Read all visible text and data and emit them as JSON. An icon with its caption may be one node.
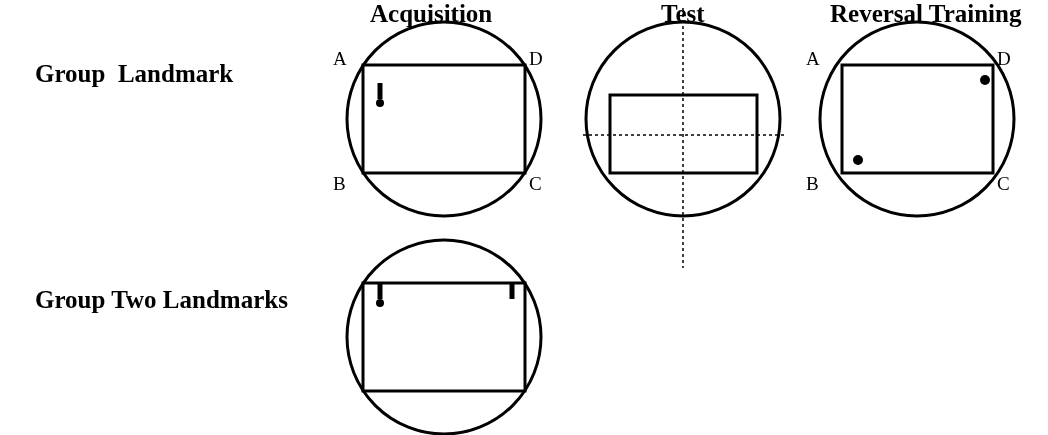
{
  "diagram": {
    "labels": [
      "Acquisition",
      "Test",
      "Reversal Training",
      "A",
      "D",
      "A",
      "D",
      "Group  Landmark",
      "B",
      "C",
      "B",
      "C",
      "Group Two Landmarks"
    ]
  }
}
